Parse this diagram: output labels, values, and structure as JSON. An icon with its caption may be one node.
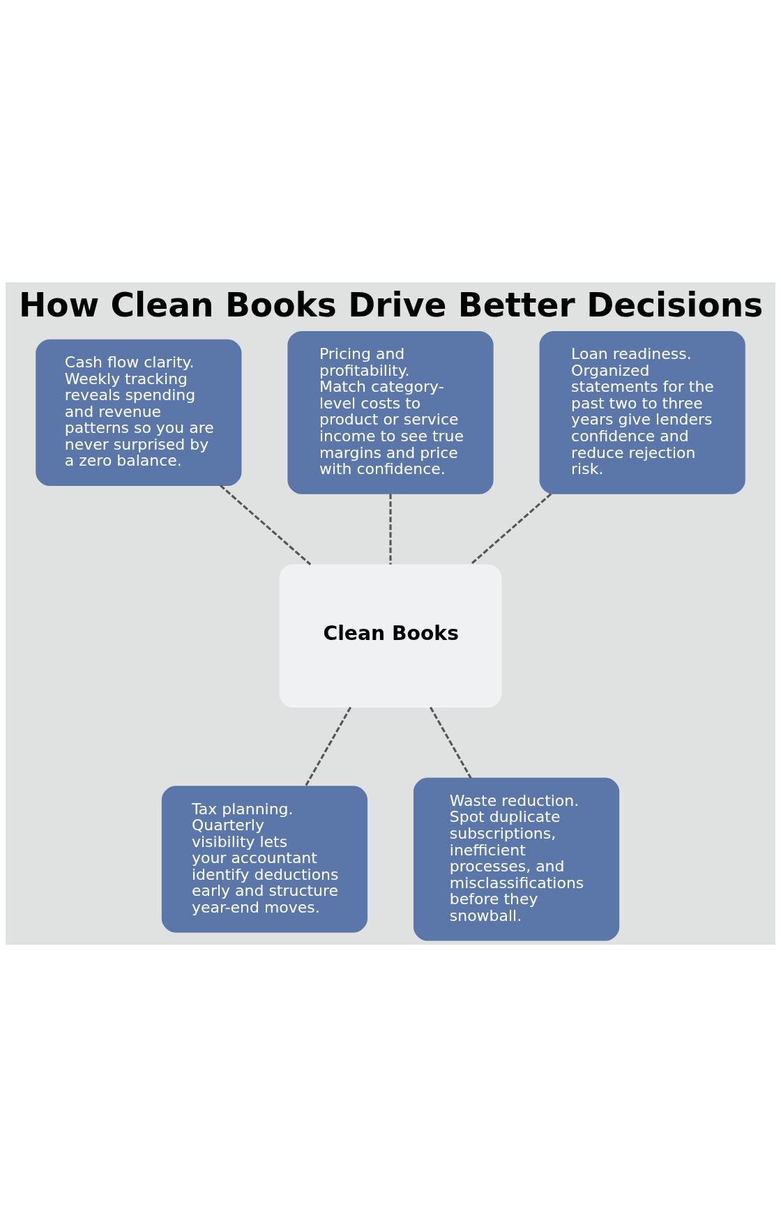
{
  "diagram": {
    "title": "How Clean Books Drive Better Decisions",
    "nodes": [
      {
        "text": [
          "Cash flow clarity. Weekly tracking reveals spending and revenue patterns so you are never surprised by a zero balance."
        ]
      },
      {
        "text": [
          "Pricing and profitability. Match category-level costs to product or service income to see true margins and price with confidence."
        ]
      },
      {
        "text": [
          "Loan readiness. Organized statements for the past two to three years give lenders confidence and reduce rejection risk."
        ]
      },
      {
        "text": [
          "Clean Books"
        ]
      },
      {
        "text": [
          "Tax planning. Quarterly visibility lets your accountant identify deductions early and structure year-end moves."
        ]
      },
      {
        "text": [
          "Waste reduction. Spot duplicate subscriptions, inefficient processes, and misclassifications before they snowball."
        ]
      }
    ],
    "edges": [
      {
        "from": 0,
        "to": 3,
        "arrow": "none",
        "style": "dashed"
      },
      {
        "from": 1,
        "to": 3,
        "arrow": "none",
        "style": "dashed"
      },
      {
        "from": 2,
        "to": 3,
        "arrow": "none",
        "style": "dashed"
      },
      {
        "from": 3,
        "to": 4,
        "arrow": "none",
        "style": "dashed"
      },
      {
        "from": 3,
        "to": 5,
        "arrow": "none",
        "style": "dashed"
      }
    ]
  }
}
